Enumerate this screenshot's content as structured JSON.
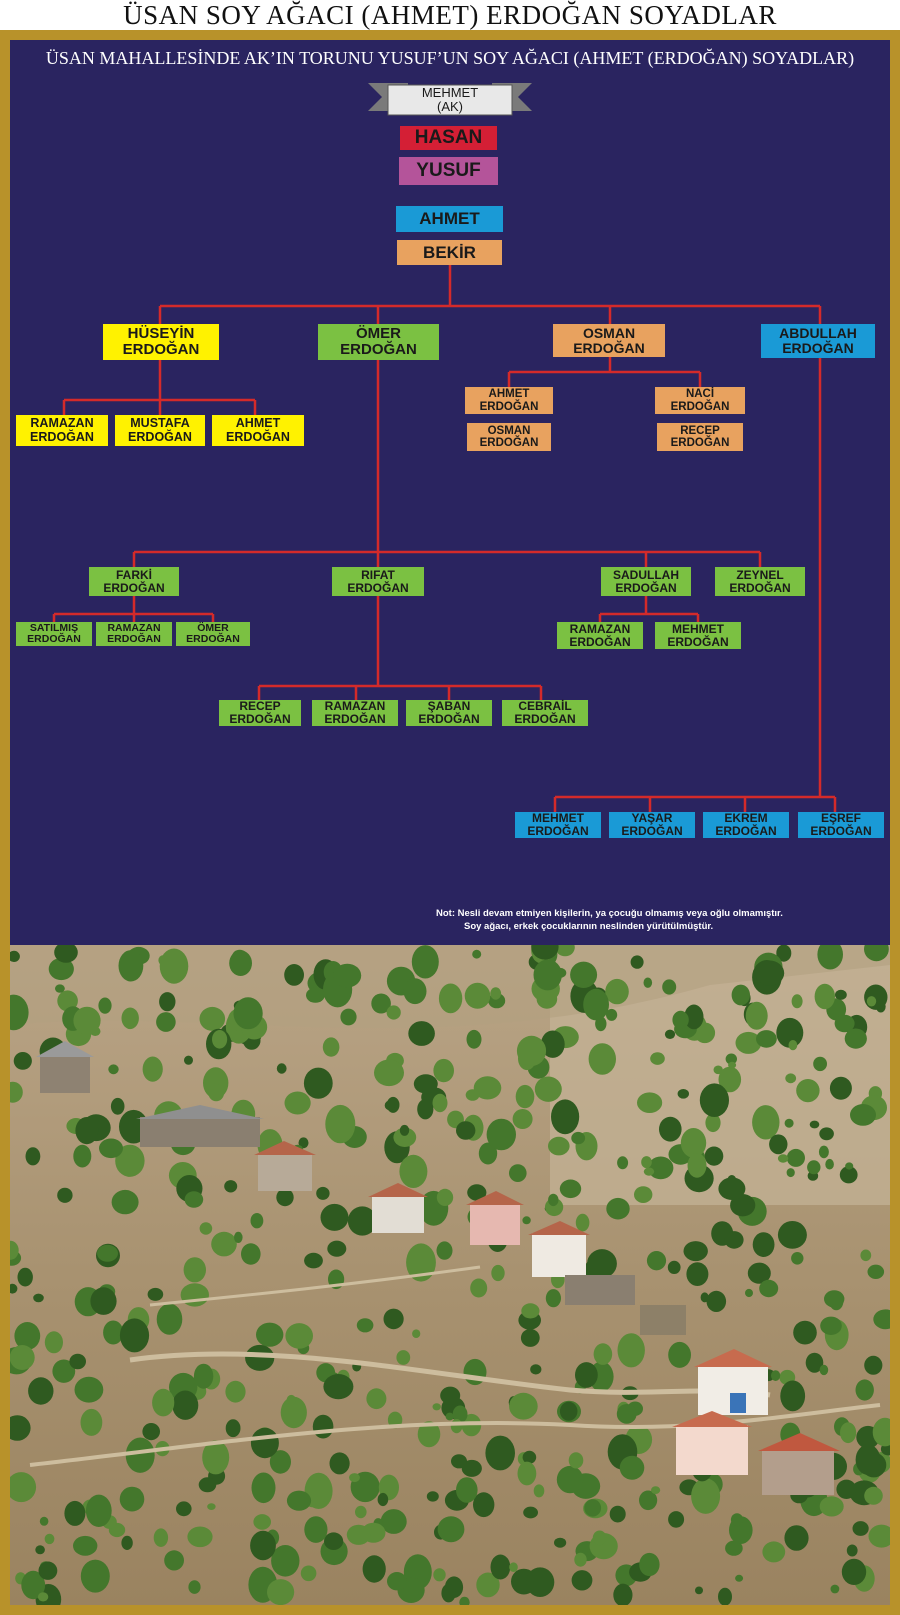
{
  "page": {
    "title": "ÜSAN SOY AĞACI (AHMET) ERDOĞAN SOYADLAR",
    "subtitle": "ÜSAN MAHALLESİNDE AK’IN TORUNU YUSUF’UN  SOY AĞACI (AHMET (ERDOĞAN) SOYADLAR)"
  },
  "tree": {
    "root": {
      "line1": "MEHMET",
      "line2": "(AK)"
    },
    "gen2": "HASAN",
    "gen3": "YUSUF",
    "gen4": "AHMET",
    "gen5": "BEKİR",
    "children": {
      "huseyin": {
        "line1": "HÜSEYİN",
        "line2": "ERDOĞAN"
      },
      "omer": {
        "line1": "ÖMER",
        "line2": "ERDOĞAN"
      },
      "osman": {
        "line1": "OSMAN",
        "line2": "ERDOĞAN"
      },
      "abdullah": {
        "line1": "ABDULLAH",
        "line2": "ERDOĞAN"
      }
    },
    "huseyin_children": [
      {
        "line1": "RAMAZAN",
        "line2": "ERDOĞAN"
      },
      {
        "line1": "MUSTAFA",
        "line2": "ERDOĞAN"
      },
      {
        "line1": "AHMET",
        "line2": "ERDOĞAN"
      }
    ],
    "osman_children": {
      "ahmet": {
        "line1": "AHMET",
        "line2": "ERDOĞAN"
      },
      "ahmet_son": {
        "line1": "OSMAN",
        "line2": "ERDOĞAN"
      },
      "naci": {
        "line1": "NACİ",
        "line2": "ERDOĞAN"
      },
      "naci_son": {
        "line1": "RECEP",
        "line2": "ERDOĞAN"
      }
    },
    "omer_children": [
      {
        "line1": "FARKİ",
        "line2": "ERDOĞAN"
      },
      {
        "line1": "RIFAT",
        "line2": "ERDOĞAN"
      },
      {
        "line1": "SADULLAH",
        "line2": "ERDOĞAN"
      },
      {
        "line1": "ZEYNEL",
        "line2": "ERDOĞAN"
      }
    ],
    "farki_children": [
      {
        "line1": "SATILMIŞ",
        "line2": "ERDOĞAN"
      },
      {
        "line1": "RAMAZAN",
        "line2": "ERDOĞAN"
      },
      {
        "line1": "ÖMER",
        "line2": "ERDOĞAN"
      }
    ],
    "sadullah_children": [
      {
        "line1": "RAMAZAN",
        "line2": "ERDOĞAN"
      },
      {
        "line1": "MEHMET",
        "line2": "ERDOĞAN"
      }
    ],
    "rifat_children": [
      {
        "line1": "RECEP",
        "line2": "ERDOĞAN"
      },
      {
        "line1": "RAMAZAN",
        "line2": "ERDOĞAN"
      },
      {
        "line1": "ŞABAN",
        "line2": "ERDOĞAN"
      },
      {
        "line1": "CEBRAİL",
        "line2": "ERDOĞAN"
      }
    ],
    "abdullah_children": [
      {
        "line1": "MEHMET",
        "line2": "ERDOĞAN"
      },
      {
        "line1": "YAŞAR",
        "line2": "ERDOĞAN"
      },
      {
        "line1": "EKREM",
        "line2": "ERDOĞAN"
      },
      {
        "line1": "EŞREF",
        "line2": "ERDOĞAN"
      }
    ]
  },
  "note": {
    "line1": "Not: Nesli devam etmiyen kişilerin, ya çocuğu olmamış veya oğlu olmamıştır.",
    "line2": "Soy ağacı, erkek çocuklarının neslinden yürütülmüştür."
  },
  "colors": {
    "background": "#2a2460",
    "frame": "#b8922a",
    "connector": "#d42a2a",
    "huseyin_branch": "#fff200",
    "omer_branch": "#7bc142",
    "osman_branch": "#e8a25f",
    "abdullah_branch": "#1a9ad6",
    "hasan": "#d41f35",
    "yusuf": "#b4549a"
  },
  "photo": {
    "description_icon": "village-hillside-photo"
  }
}
